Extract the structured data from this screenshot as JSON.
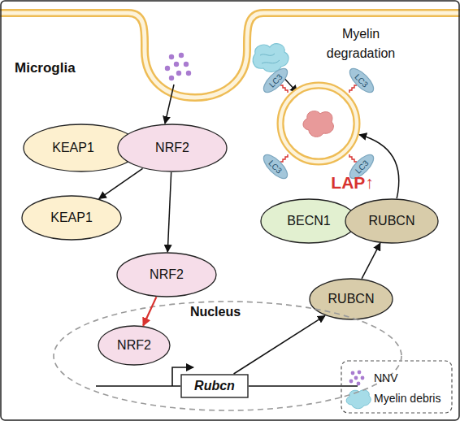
{
  "diagram": {
    "nodes": [
      {
        "text": [
          "Myelin degradation"
        ]
      },
      {
        "text": [
          "LC3"
        ]
      },
      {
        "text": [
          "LC3"
        ]
      },
      {
        "text": [
          "LC3"
        ]
      },
      {
        "text": [
          "LC3"
        ]
      },
      {
        "text": [
          "KEAP1"
        ]
      },
      {
        "text": [
          "NRF2"
        ]
      },
      {
        "text": [
          "KEAP1"
        ]
      },
      {
        "text": [
          "NRF2"
        ]
      },
      {
        "text": [
          "BECN1"
        ]
      },
      {
        "text": [
          "RUBCN"
        ]
      },
      {
        "text": [
          "RUBCN"
        ]
      },
      {
        "text": [
          "Nucleus"
        ]
      },
      {
        "text": [
          "NRF2"
        ],
        "in": 12
      },
      {
        "text": [
          "Rubcn"
        ],
        "in": 12
      }
    ],
    "edges": [
      {
        "from": 6,
        "to": 7,
        "arrow": "to"
      },
      {
        "from": 6,
        "to": 8,
        "arrow": "to"
      },
      {
        "from": 8,
        "to": 13,
        "arrow": "to"
      },
      {
        "from": 14,
        "to": 11,
        "arrow": "to"
      },
      {
        "from": 11,
        "to": 10,
        "arrow": "to"
      },
      {
        "from": 10,
        "to": 0,
        "label": "LAP↑",
        "arrow": "to"
      }
    ],
    "labels": [
      "Microglia"
    ],
    "legend": [
      {
        "text": "NNV"
      },
      {
        "text": "Myelin debris"
      }
    ]
  }
}
